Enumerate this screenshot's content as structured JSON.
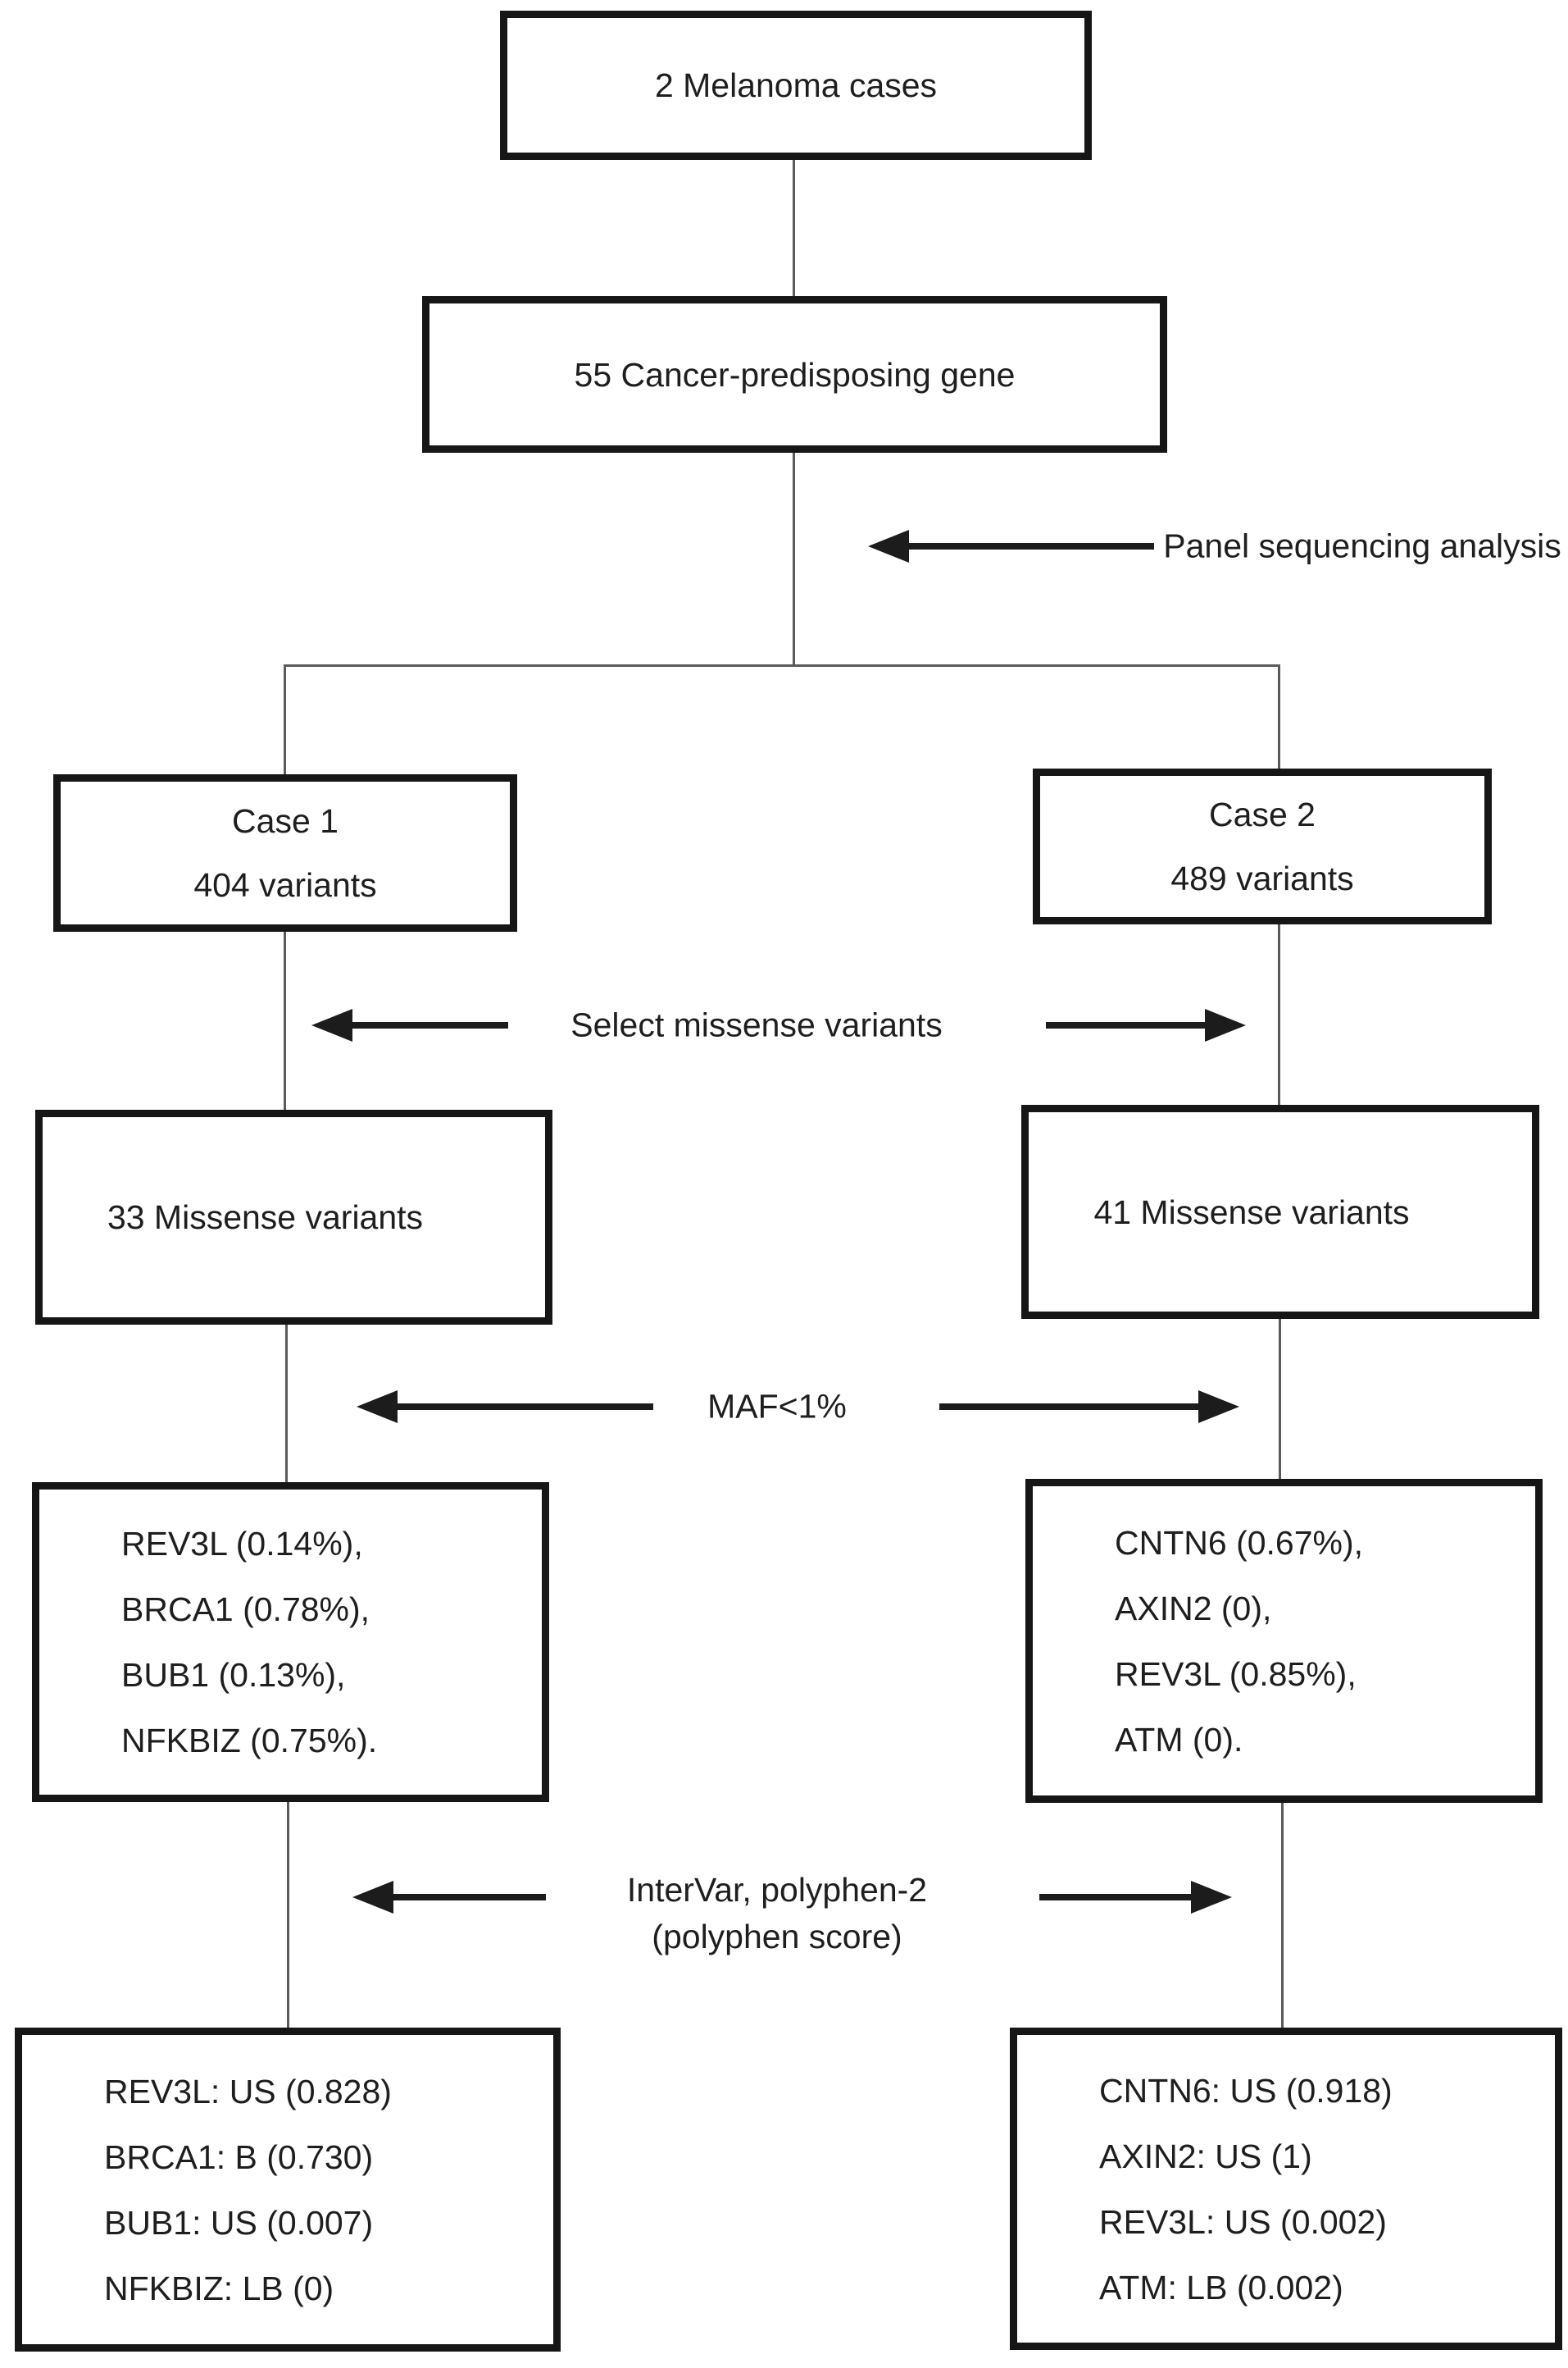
{
  "colors": {
    "background": "#ffffff",
    "box_border": "#161616",
    "connector_line": "#5a5a5a",
    "arrow": "#1c1c1c",
    "text": "#1e1e1e"
  },
  "flow": {
    "root": {
      "label": "2 Melanoma cases"
    },
    "panel": {
      "label": "55 Cancer-predisposing gene"
    },
    "panel_arrow_label": "Panel sequencing analysis",
    "select_arrow_label": "Select missense variants",
    "maf_arrow_label": "MAF<1%",
    "classify_arrow_label_line1": "InterVar, polyphen-2",
    "classify_arrow_label_line2": "(polyphen score)",
    "case1": {
      "name": "Case 1",
      "variants": "404 variants",
      "missense": "33 Missense variants",
      "maf_filtered": [
        "REV3L (0.14%),",
        "BRCA1 (0.78%),",
        "BUB1 (0.13%),",
        "NFKBIZ (0.75%)."
      ],
      "classified": [
        "REV3L: US (0.828)",
        "BRCA1: B (0.730)",
        "BUB1: US (0.007)",
        "NFKBIZ: LB (0)"
      ]
    },
    "case2": {
      "name": "Case 2",
      "variants": "489 variants",
      "missense": "41 Missense variants",
      "maf_filtered": [
        "CNTN6 (0.67%),",
        "AXIN2 (0),",
        "REV3L (0.85%),",
        "ATM (0)."
      ],
      "classified": [
        "CNTN6: US (0.918)",
        "AXIN2: US (1)",
        "REV3L: US (0.002)",
        "ATM: LB (0.002)"
      ]
    }
  }
}
